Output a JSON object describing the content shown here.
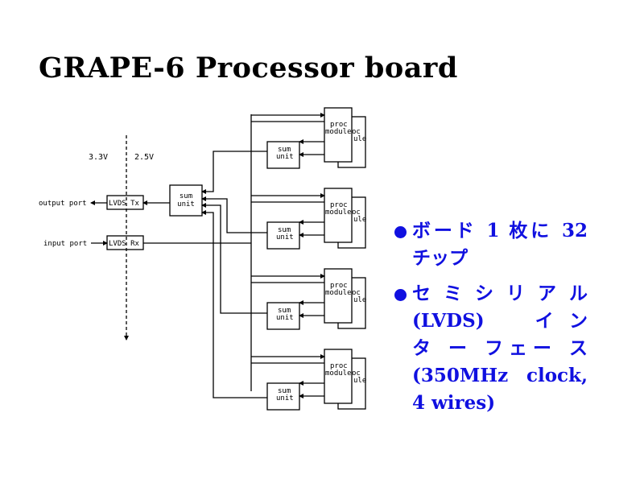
{
  "title": "GRAPE-6 Processor board",
  "diagram": {
    "voltage_left": "3.3V",
    "voltage_right": "2.5V",
    "output_port": "output port",
    "input_port": "input port",
    "lvds_tx": "LVDS Tx",
    "lvds_rx": "LVDS Rx",
    "center_sum_unit": [
      "sum",
      "unit"
    ],
    "groups": [
      {
        "proc_module": [
          "proc",
          "module"
        ],
        "proc_module_back": [
          "oc",
          "ule"
        ],
        "sum_unit": [
          "sum",
          "unit"
        ]
      },
      {
        "proc_module": [
          "proc",
          "module"
        ],
        "proc_module_back": [
          "oc",
          "ule"
        ],
        "sum_unit": [
          "sum",
          "unit"
        ]
      },
      {
        "proc_module": [
          "proc",
          "module"
        ],
        "proc_module_back": [
          "oc",
          "ule"
        ],
        "sum_unit": [
          "sum",
          "unit"
        ]
      },
      {
        "proc_module": [
          "proc",
          "module"
        ],
        "proc_module_back": [
          "oc",
          "ule"
        ],
        "sum_unit": [
          "sum",
          "unit"
        ]
      }
    ]
  },
  "bullets": [
    {
      "lines": [
        "ボード 1 枚に 32",
        "チップ"
      ]
    },
    {
      "lines": [
        "セ ミ シ リ ア ル",
        "(LVDS)　　イ ン",
        "タ ー フェー ス",
        "(350MHz clock,",
        "4 wires)"
      ]
    }
  ],
  "colors": {
    "bullet_text": "#1010e0",
    "diagram": "#000000"
  }
}
